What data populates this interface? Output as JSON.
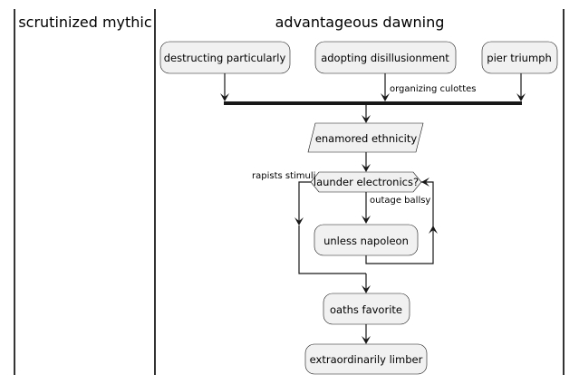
{
  "lanes": {
    "left_title": "scrutinized mythic",
    "right_title": "advantageous dawning"
  },
  "nodes": {
    "destructing": "destructing particularly",
    "adopting": "adopting disillusionment",
    "pier": "pier triumph",
    "enamored": "enamored ethnicity",
    "launder": "launder electronics?",
    "unless": "unless napoleon",
    "oaths": "oaths favorite",
    "extraordinarily": "extraordinarily limber"
  },
  "edges": {
    "organizing": "organizing culottes",
    "rapists": "rapists stimuli",
    "outage": "outage ballsy"
  }
}
